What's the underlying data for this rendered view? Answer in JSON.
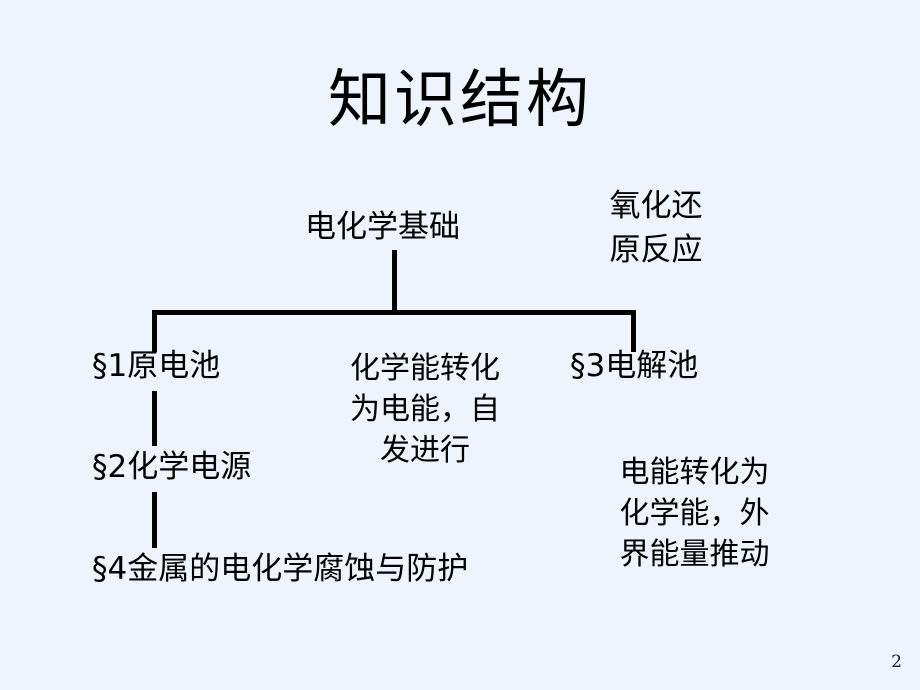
{
  "slide": {
    "title": "知识结构",
    "background_color": "#eef4fd",
    "text_color": "#000000",
    "line_color": "#000000",
    "page_number": "2"
  },
  "diagram": {
    "type": "tree",
    "nodes": {
      "root": "电化学基础",
      "redox": "氧化还\n原反应",
      "section1": "§1原电池",
      "section2": "§2化学电源",
      "section3": "§3电解池",
      "section4": "§4金属的电化学腐蚀与防护",
      "note_galvanic": "化学能转化\n为电能，自\n发进行",
      "note_electrolytic": "电能转化为\n化学能，外\n界能量推动"
    }
  }
}
